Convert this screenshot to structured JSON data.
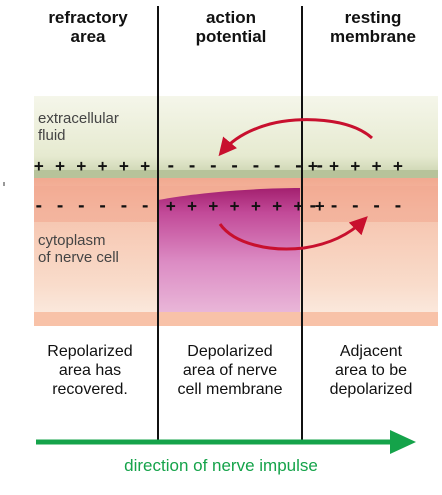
{
  "headers": [
    {
      "line1": "refractory",
      "line2": "area"
    },
    {
      "line1": "action",
      "line2": "potential"
    },
    {
      "line1": "resting",
      "line2": "membrane"
    }
  ],
  "labels": {
    "extracellular_line1": "extracellular",
    "extracellular_line2": "fluid",
    "cytoplasm_line1": "cytoplasm",
    "cytoplasm_line2": "of nerve cell"
  },
  "charges": {
    "top_left": "+ + + + + +",
    "top_mid": "- - - - - - - -",
    "top_right": "+ + + + +",
    "bottom_left": "- - - - - -",
    "bottom_mid": "+ + + + + + + +",
    "bottom_right": "- - - - -"
  },
  "captions": [
    {
      "line1": "Repolarized",
      "line2": "area has",
      "line3": "recovered."
    },
    {
      "line1": "Depolarized",
      "line2": "area of nerve",
      "line3": "cell membrane"
    },
    {
      "line1": "Adjacent",
      "line2": "area to be",
      "line3": "depolarized"
    }
  ],
  "footer": "direction of nerve impulse",
  "colors": {
    "arrow_red": "#c8102e",
    "footer_green": "#15a34a",
    "depolarized_magenta": "#c0409a",
    "extracellular": "#e9ecd7",
    "membrane_top": "#bfc9a4",
    "cytoplasm": "#f3c2ac"
  }
}
